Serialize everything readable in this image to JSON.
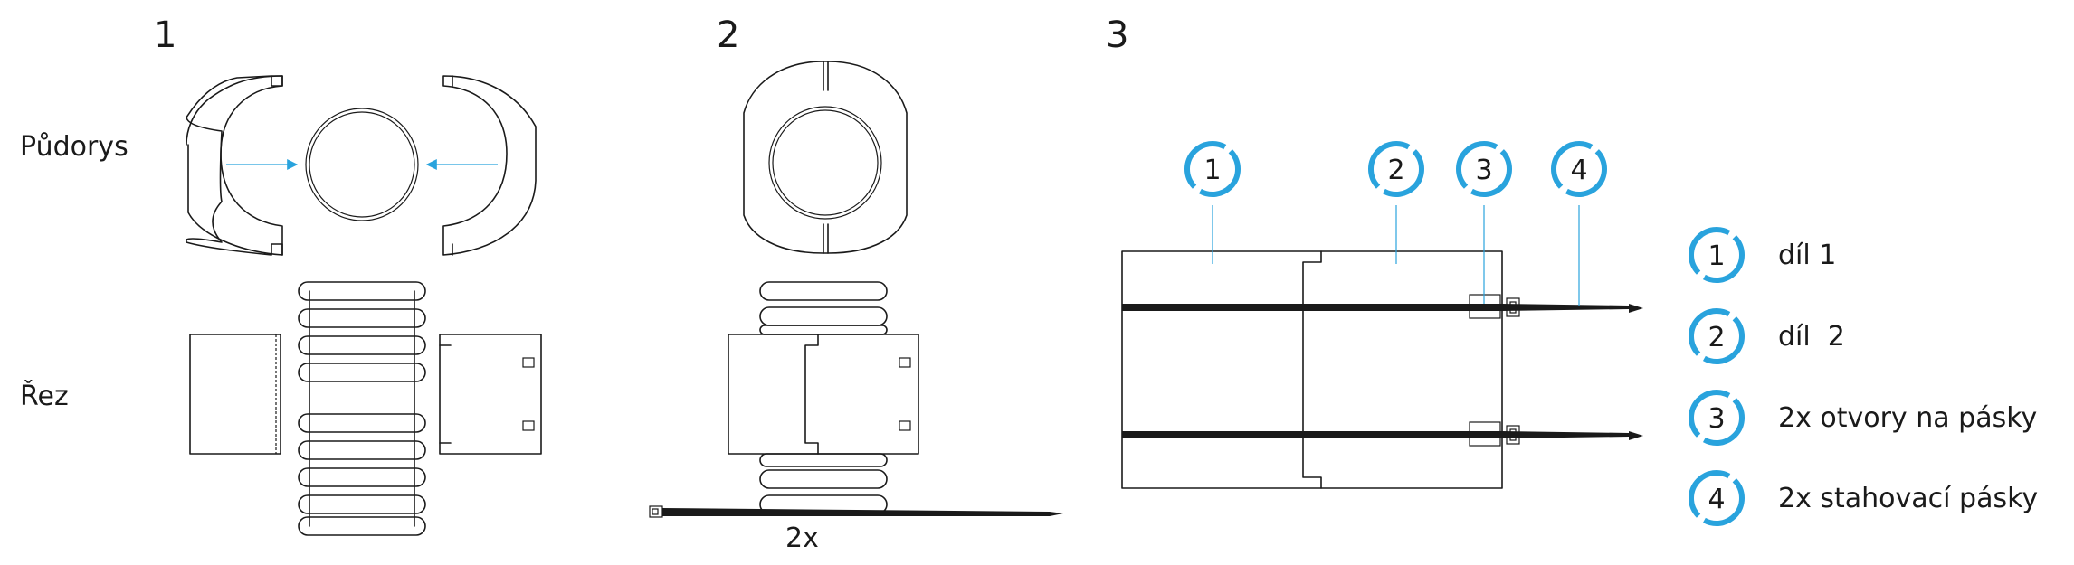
{
  "steps": [
    {
      "number": "1"
    },
    {
      "number": "2"
    },
    {
      "number": "3"
    }
  ],
  "row_labels": {
    "plan": "Půdorys",
    "section": "Řez"
  },
  "step2_caption": "2x",
  "callouts": [
    {
      "number": "1"
    },
    {
      "number": "2"
    },
    {
      "number": "3"
    },
    {
      "number": "4"
    }
  ],
  "legend": [
    {
      "number": "1",
      "text": "díl 1"
    },
    {
      "number": "2",
      "text": "díl  2"
    },
    {
      "number": "3",
      "text": "2x otvory na pásky"
    },
    {
      "number": "4",
      "text": "2x stahovací pásky"
    }
  ],
  "colors": {
    "accent": "#29a3dd",
    "line": "#1a1a1a"
  }
}
